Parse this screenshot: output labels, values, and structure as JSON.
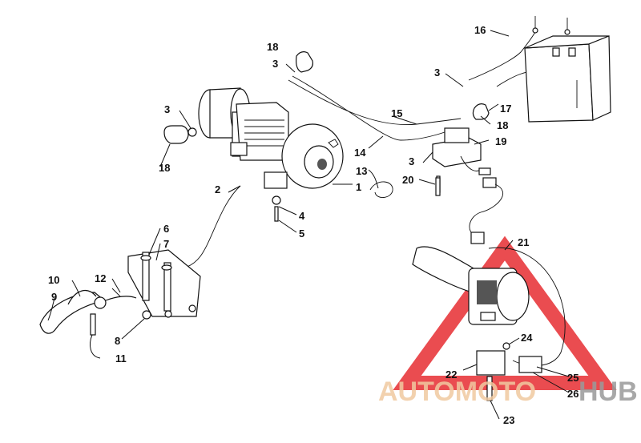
{
  "diagram": {
    "part_labels": {
      "p1": "1",
      "p2": "2",
      "p3a": "3",
      "p3b": "3",
      "p3c": "3",
      "p3d": "3",
      "p4": "4",
      "p5": "5",
      "p6": "6",
      "p7": "7",
      "p8": "8",
      "p9": "9",
      "p10": "10",
      "p11": "11",
      "p12": "12",
      "p13": "13",
      "p14": "14",
      "p15": "15",
      "p16": "16",
      "p17": "17",
      "p18a": "18",
      "p18b": "18",
      "p18c": "18",
      "p19": "19",
      "p20": "20",
      "p21": "21",
      "p22": "22",
      "p23": "23",
      "p24": "24",
      "p25": "25",
      "p26": "26"
    }
  },
  "watermark": {
    "part1": "AUTOMOTO",
    "part2": "HUB",
    "color_primary": "#f0c9a0",
    "color_secondary": "#9a9a9a",
    "triangle_color": "#e8383d"
  }
}
